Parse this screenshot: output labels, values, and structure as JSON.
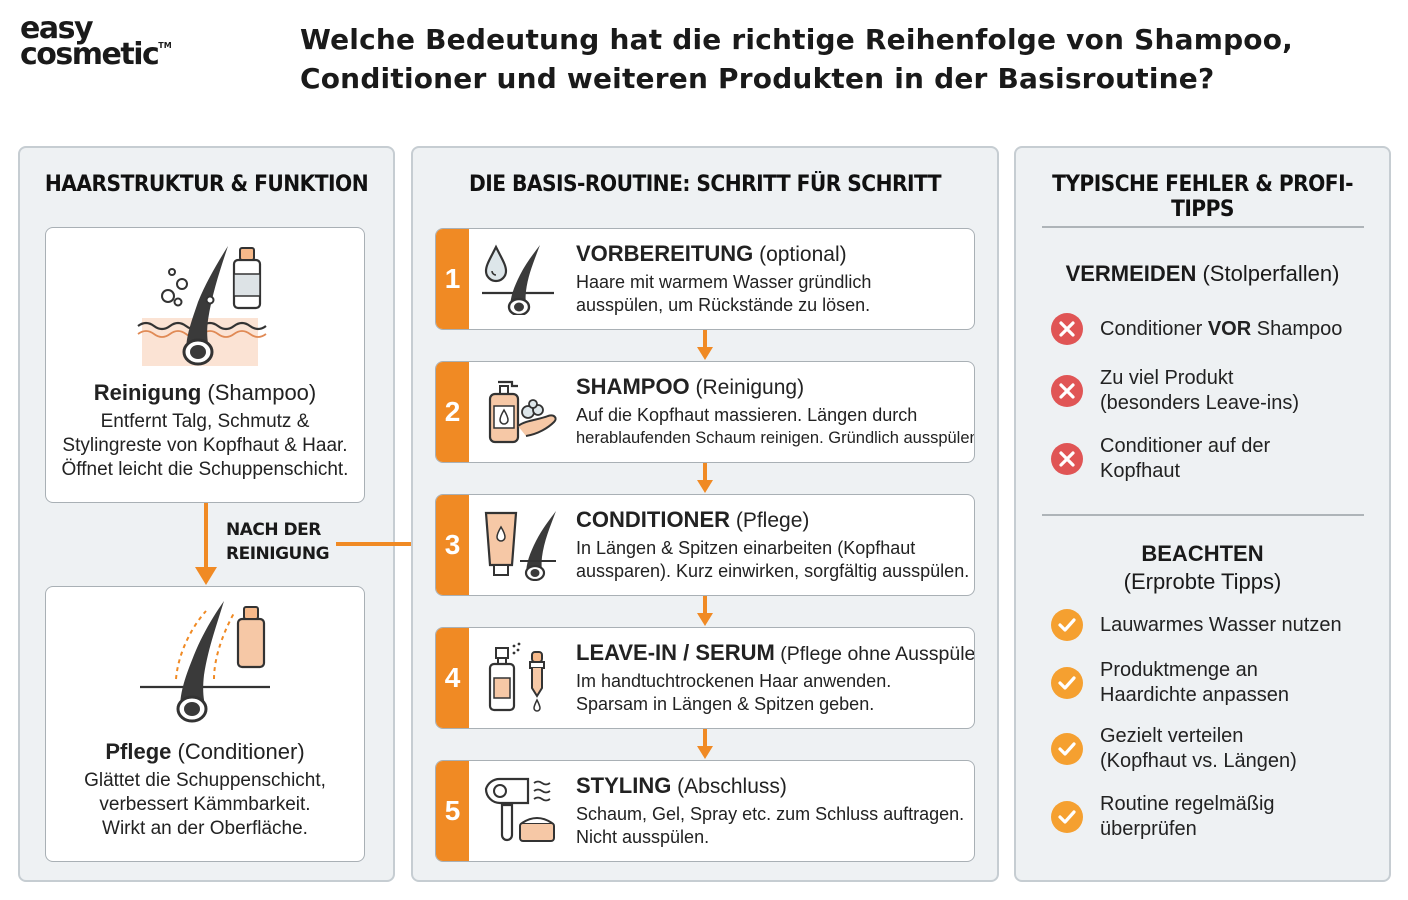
{
  "brand": {
    "line1": "easy",
    "line2": "cosmetic",
    "tm": "TM"
  },
  "title": {
    "line1": "Welche Bedeutung hat die richtige Reihenfolge von Shampoo,",
    "line2": "Conditioner und weiteren Produkten in der Basisroutine?"
  },
  "left_panel": {
    "heading": "HAARSTRUKTUR & FUNKTION",
    "card1": {
      "title_bold": "Reinigung",
      "title_rest": " (Shampoo)",
      "lines": [
        "Entfernt Talg, Schmutz &",
        "Stylingreste von Kopfhaut & Haar.",
        "Öffnet leicht die Schuppenschicht."
      ]
    },
    "connector_label": {
      "line1": "NACH DER",
      "line2": "REINIGUNG"
    },
    "card2": {
      "title_bold": "Pflege",
      "title_rest": " (Conditioner)",
      "lines": [
        "Glättet die Schuppenschicht,",
        "verbessert Kämmbarkeit.",
        "Wirkt an der Oberfläche."
      ]
    }
  },
  "middle_panel": {
    "heading": "DIE BASIS-ROUTINE: SCHRITT FÜR SCHRITT",
    "steps": [
      {
        "num": "1",
        "title_bold": "VORBEREITUNG",
        "title_rest": " (optional)",
        "lines": [
          "Haare mit warmem Wasser gründlich",
          "ausspülen, um Rückstände zu lösen."
        ],
        "icon": "water-drop-hair-icon"
      },
      {
        "num": "2",
        "title_bold": "SHAMPOO",
        "title_rest": " (Reinigung)",
        "lines": [
          "Auf die Kopfhaut massieren. Längen durch",
          "herablaufenden Schaum reinigen. Gründlich ausspülen."
        ],
        "icon": "shampoo-pump-icon"
      },
      {
        "num": "3",
        "title_bold": "CONDITIONER",
        "title_rest": " (Pflege)",
        "lines": [
          "In Längen & Spitzen einarbeiten (Kopfhaut",
          "aussparen). Kurz einwirken, sorgfältig ausspülen."
        ],
        "icon": "conditioner-tube-icon"
      },
      {
        "num": "4",
        "title_bold": "LEAVE-IN / SERUM",
        "title_rest": " (Pflege ohne Ausspülen)",
        "lines": [
          "Im handtuchtrockenen Haar anwenden.",
          "Sparsam in Längen & Spitzen geben."
        ],
        "icon": "spray-dropper-icon"
      },
      {
        "num": "5",
        "title_bold": "STYLING",
        "title_rest": " (Abschluss)",
        "lines": [
          "Schaum, Gel, Spray etc. zum Schluss auftragen.",
          "Nicht ausspülen."
        ],
        "icon": "hair-dryer-icon"
      }
    ]
  },
  "right_panel": {
    "heading": "TYPISCHE FEHLER & PROFI-TIPPS",
    "avoid": {
      "heading_bold": "VERMEIDEN",
      "heading_rest": " (Stolperfallen)",
      "items": [
        {
          "pre": "Conditioner ",
          "bold": "VOR",
          "post": " Shampoo"
        },
        {
          "line1": "Zu viel Produkt",
          "line2": "(besonders Leave-ins)"
        },
        {
          "line1": "Conditioner auf der",
          "line2": "Kopfhaut"
        }
      ]
    },
    "tips": {
      "heading_bold": "BEACHTEN",
      "heading_sub": "(Erprobte Tipps)",
      "items": [
        {
          "line1": "Lauwarmes Wasser nutzen",
          "line2": ""
        },
        {
          "line1": "Produktmenge an",
          "line2": "Haardichte anpassen"
        },
        {
          "line1": "Gezielt verteilen",
          "line2": "(Kopfhaut vs. Längen)"
        },
        {
          "line1": "Routine regelmäßig",
          "line2": "überprüfen"
        }
      ]
    }
  },
  "colors": {
    "accent": "#f08a24",
    "error": "#e05555",
    "panel_bg": "#eef1f3",
    "skin": "#fbe3d4"
  }
}
